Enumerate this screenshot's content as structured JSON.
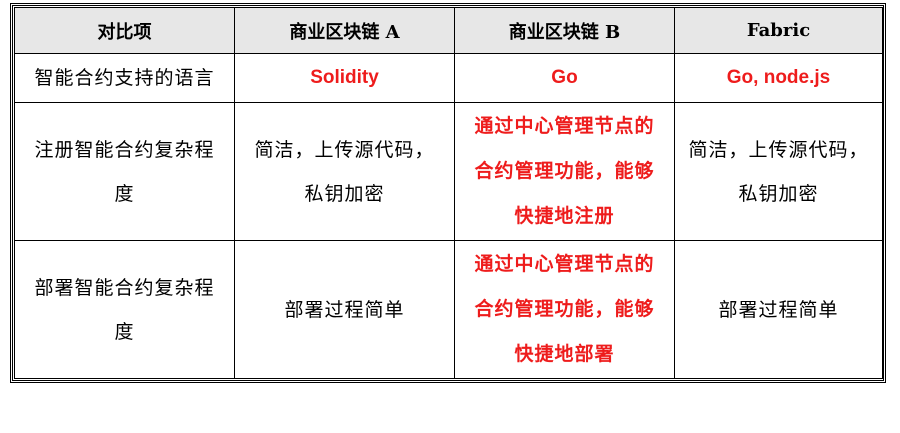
{
  "table": {
    "headers": [
      "对比项",
      "商业区块链 A",
      "商业区块链 B",
      "Fabric"
    ],
    "rows": [
      {
        "label": "智能合约支持的语言",
        "a": "Solidity",
        "b": "Go",
        "fabric": "Go, node.js"
      },
      {
        "label": "注册智能合约复杂程度",
        "a": "简洁，上传源代码，私钥加密",
        "b": "通过中心管理节点的合约管理功能，能够快捷地注册",
        "fabric": "简洁，上传源代码，私钥加密"
      },
      {
        "label": "部署智能合约复杂程度",
        "a": "部署过程简单",
        "b": "通过中心管理节点的合约管理功能，能够快捷地部署",
        "fabric": "部署过程简单"
      }
    ]
  },
  "colors": {
    "header_bg": "#e7e7e7",
    "highlight": "#ee1c1c",
    "border": "#000000"
  }
}
